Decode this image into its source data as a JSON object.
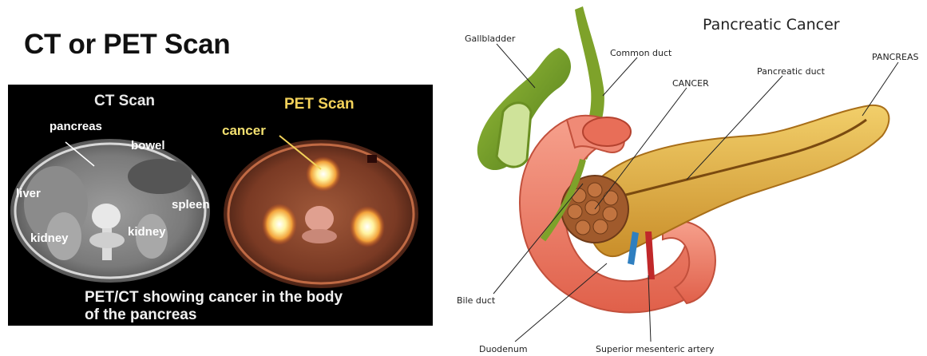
{
  "left": {
    "title": "CT or PET Scan",
    "ct_title": "CT Scan",
    "pet_title": "PET Scan",
    "labels": {
      "pancreas": "pancreas",
      "bowel": "bowel",
      "liver": "liver",
      "spleen": "spleen",
      "kidney_left": "kidney",
      "kidney_right": "kidney",
      "cancer": "cancer"
    },
    "caption_line1": "PET/CT showing cancer in the body",
    "caption_line2": "of the pancreas"
  },
  "right": {
    "title": "Pancreatic Cancer",
    "labels": {
      "gallbladder": "Gallbladder",
      "common_duct": "Common duct",
      "cancer": "CANCER",
      "pancreatic_duct": "Pancreatic duct",
      "pancreas": "PANCREAS",
      "bile_duct": "Bile duct",
      "duodenum": "Duodenum",
      "sma": "Superior mesenteric artery"
    }
  }
}
